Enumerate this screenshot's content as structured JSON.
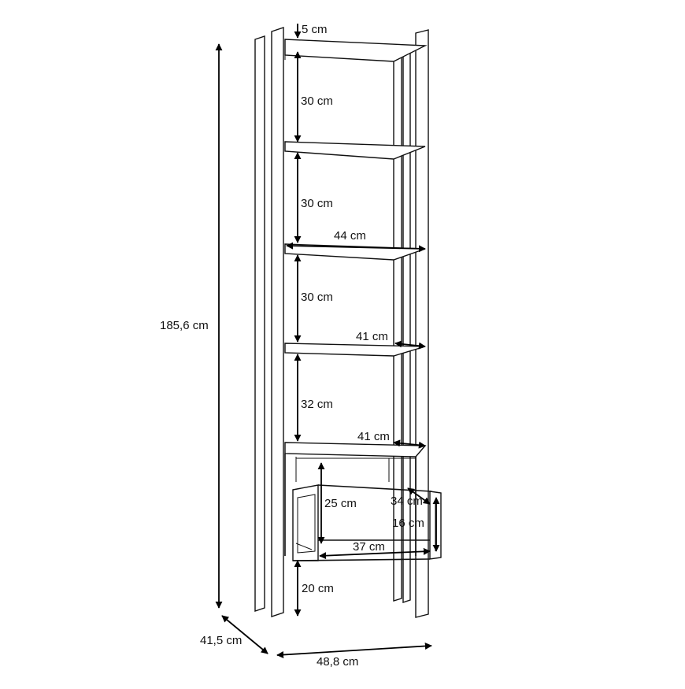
{
  "diagram": {
    "dimensions": {
      "top_gap": "5 cm",
      "shelf_gap_1": "30 cm",
      "shelf_gap_2": "30 cm",
      "shelf_gap_3": "30 cm",
      "shelf_gap_4": "32 cm",
      "shelf_width": "44 cm",
      "shelf_depth_1": "41 cm",
      "shelf_depth_2": "41 cm",
      "drawer_height_inner": "25 cm",
      "drawer_depth": "34 cm",
      "drawer_height": "16 cm",
      "drawer_width": "37 cm",
      "leg_height": "20 cm",
      "total_height": "185,6 cm",
      "total_depth": "41,5 cm",
      "total_width": "48,8 cm"
    }
  }
}
